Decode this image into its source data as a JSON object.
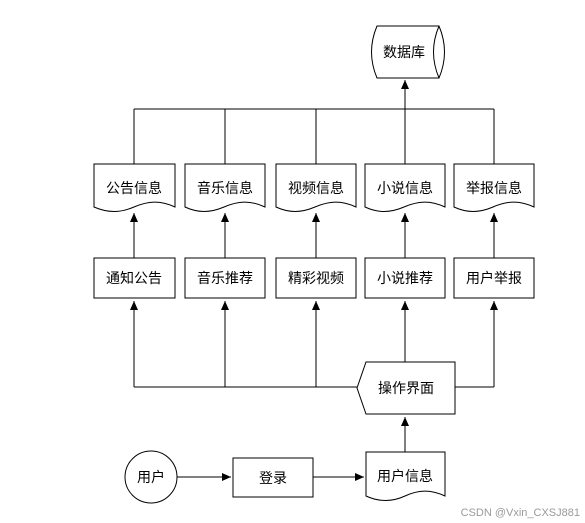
{
  "database": {
    "label": "数据库"
  },
  "documents": [
    {
      "key": "notice-info",
      "label": "公告信息"
    },
    {
      "key": "music-info",
      "label": "音乐信息"
    },
    {
      "key": "video-info",
      "label": "视频信息"
    },
    {
      "key": "novel-info",
      "label": "小说信息"
    },
    {
      "key": "report-info",
      "label": "举报信息"
    }
  ],
  "modules": [
    {
      "key": "notice",
      "label": "通知公告"
    },
    {
      "key": "music-rec",
      "label": "音乐推荐"
    },
    {
      "key": "featured-video",
      "label": "精彩视频"
    },
    {
      "key": "novel-rec",
      "label": "小说推荐"
    },
    {
      "key": "user-report",
      "label": "用户举报"
    }
  ],
  "interface": {
    "label": "操作界面"
  },
  "flow": {
    "user": "用户",
    "login": "登录",
    "user_info": "用户信息"
  },
  "watermark": "CSDN @Vxin_CXSJ881"
}
